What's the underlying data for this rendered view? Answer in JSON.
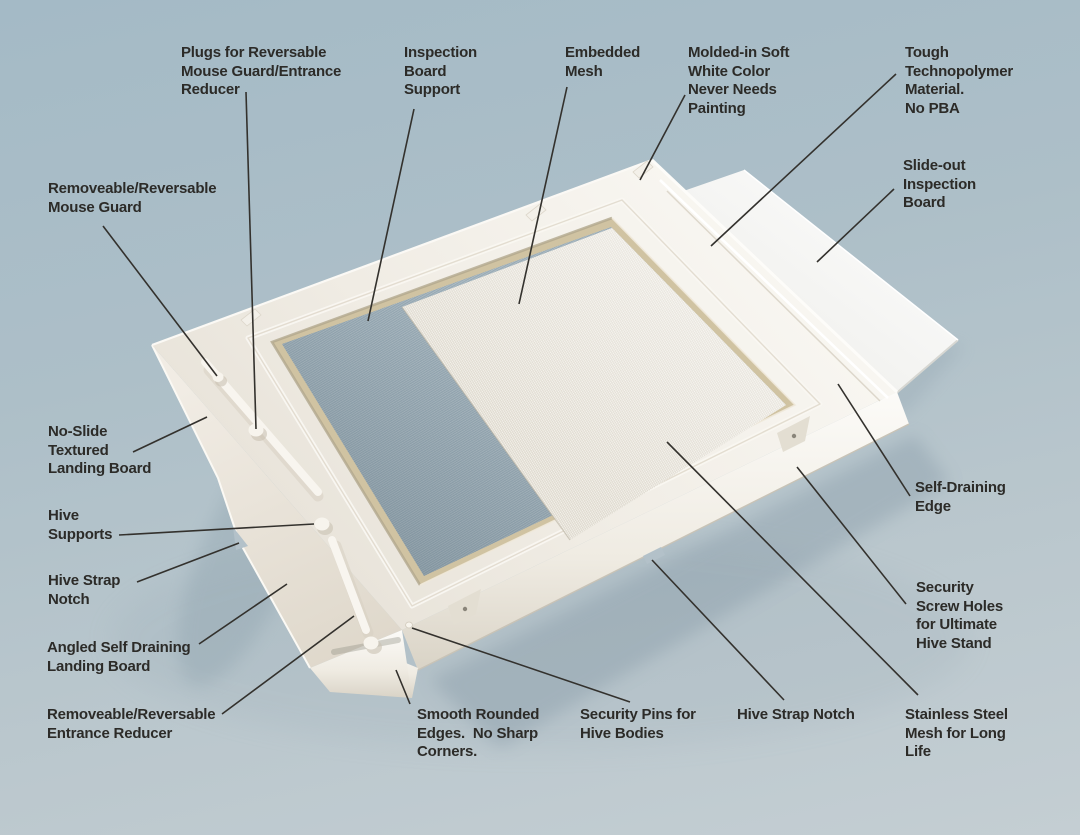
{
  "scene": {
    "description": "Annotated product photo of a white plastic screened beehive bottom board on a blue-gray backdrop",
    "palette": {
      "background_top": "#a4bac6",
      "background_bottom": "#c4ced3",
      "plastic_white": "#f2efe8",
      "mesh_dark": "#8ea3af",
      "mesh_light": "#e9e5dc",
      "residue_tan": "#d0c3a2",
      "label_text": "#2c2b28",
      "leader_line": "#33312d"
    }
  },
  "labels": {
    "plugs": {
      "text": "Plugs for Reversable\nMouse Guard/Entrance\nReducer"
    },
    "inspection_support": {
      "text": "Inspection\nBoard\nSupport"
    },
    "embedded_mesh": {
      "text": "Embedded\nMesh"
    },
    "molded_in": {
      "text": "Molded-in Soft\nWhite Color\nNever Needs\nPainting"
    },
    "tough": {
      "text": "Tough\nTechnopolymer\nMaterial.\nNo PBA"
    },
    "slide_out": {
      "text": "Slide-out\nInspection\nBoard"
    },
    "mouse_guard": {
      "text": "Removeable/Reversable\nMouse Guard"
    },
    "no_slide": {
      "text": "No-Slide\nTextured\nLanding Board"
    },
    "hive_supports": {
      "text": "Hive\nSupports"
    },
    "strap_notch_left": {
      "text": "Hive Strap\nNotch"
    },
    "angled": {
      "text": "Angled Self Draining\nLanding Board"
    },
    "entrance_reducer": {
      "text": "Removeable/Reversable\nEntrance Reducer"
    },
    "smooth": {
      "text": "Smooth Rounded\nEdges.  No Sharp\nCorners."
    },
    "security_pins": {
      "text": "Security Pins for\nHive Bodies"
    },
    "strap_notch_bottom": {
      "text": "Hive Strap Notch"
    },
    "stainless": {
      "text": "Stainless Steel\nMesh for Long\nLife"
    },
    "self_draining": {
      "text": "Self-Draining\nEdge"
    },
    "security_screw": {
      "text": "Security\nScrew Holes\nfor Ultimate\nHive Stand"
    }
  }
}
